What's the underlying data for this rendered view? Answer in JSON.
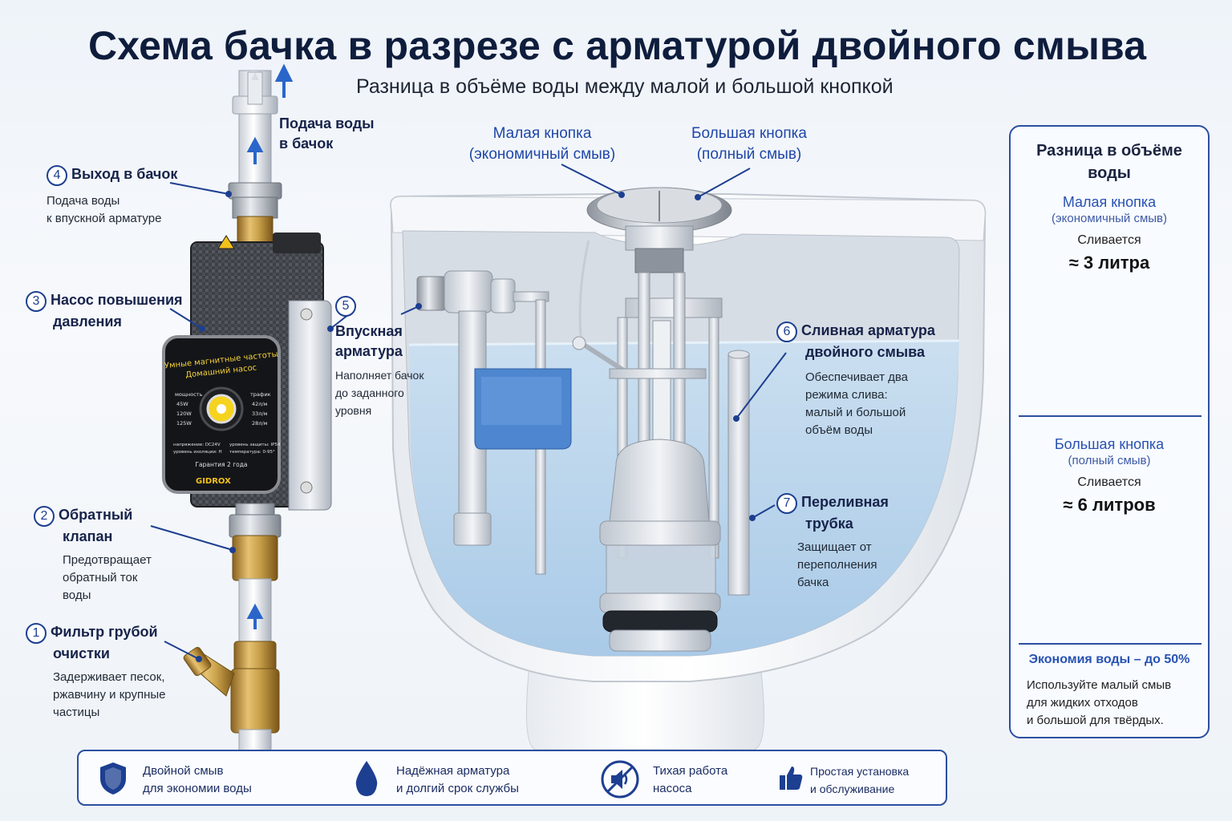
{
  "title": "Схема бачка в разрезе с арматурой двойного смыва",
  "subtitle": "Разница в объёме воды между малой и большой кнопкой",
  "supply": {
    "head": "Подача воды",
    "head2": "в бачок"
  },
  "labels": {
    "l4": {
      "num": "4",
      "head": "Выход в бачок",
      "body1": "Подача воды",
      "body2": "к впускной арматуре"
    },
    "l3": {
      "num": "3",
      "head1": "Насос повышения",
      "head2": "давления"
    },
    "l2": {
      "num": "2",
      "head1": "Обратный",
      "head2": "клапан",
      "body1": "Предотвращает",
      "body2": "обратный ток",
      "body3": "воды"
    },
    "l1": {
      "num": "1",
      "head1": "Фильтр грубой",
      "head2": "очистки",
      "body1": "Задерживает песок,",
      "body2": "ржавчину и крупные",
      "body3": "частицы"
    },
    "l5": {
      "num": "5",
      "head1": "Впускная",
      "head2": "арматура",
      "body1": "Наполняет бачок",
      "body2": "до заданного",
      "body3": "уровня"
    },
    "l6": {
      "num": "6",
      "head1": "Сливная арматура",
      "head2": "двойного смыва",
      "body1": "Обеспечивает два",
      "body2": "режима слива:",
      "body3": "малый и большой",
      "body4": "объём воды"
    },
    "l7": {
      "num": "7",
      "head1": "Переливная",
      "head2": "трубка",
      "body1": "Защищает от",
      "body2": "переполнения",
      "body3": "бачка"
    }
  },
  "buttons": {
    "small": {
      "line1": "Малая кнопка",
      "line2": "(экономичный смыв)"
    },
    "big": {
      "line1": "Большая кнопка",
      "line2": "(полный смыв)"
    }
  },
  "pump": {
    "brand": "GIDROX",
    "warranty": "Гарантия 2 года",
    "face_line1": "Умные магнитные частоты",
    "face_line2": "Домашний насос",
    "left_col": [
      "мощность",
      "45W",
      "120W",
      "125W"
    ],
    "right_col": [
      "трафик",
      "42л/м",
      "33л/м",
      "28л/м"
    ],
    "bottom_left": [
      "напряжение: DC24V",
      "уровень изоляции: H"
    ],
    "bottom_right": [
      "уровень защиты: IP54",
      "температура: 0-95°"
    ]
  },
  "panel": {
    "title1": "Разница в объёме",
    "title2": "воды",
    "small": {
      "line1": "Малая кнопка",
      "line2": "(экономичный смыв)",
      "drain": "Сливается",
      "volume": "≈ 3 литра"
    },
    "big": {
      "line1": "Большая кнопка",
      "line2": "(полный смыв)",
      "drain": "Сливается",
      "volume": "≈ 6 литров"
    },
    "economy": "Экономия воды – до 50%",
    "tip1": "Используйте малый смыв",
    "tip2": "для жидких отходов",
    "tip3": "и большой для твёрдых."
  },
  "features": [
    {
      "icon": "shield-icon",
      "line1": "Двойной смыв",
      "line2": "для экономии воды"
    },
    {
      "icon": "water-drop-icon",
      "line1": "Надёжная арматура",
      "line2": "и долгий срок службы"
    },
    {
      "icon": "muted-speaker-icon",
      "line1": "Тихая работа",
      "line2": "насоса"
    },
    {
      "icon": "thumbs-up-icon",
      "line1": "Простая установка",
      "line2": "и обслуживание"
    }
  ],
  "colors": {
    "navy": "#0f1d3d",
    "accent": "#2752b2",
    "water": "#b9d6ef"
  }
}
